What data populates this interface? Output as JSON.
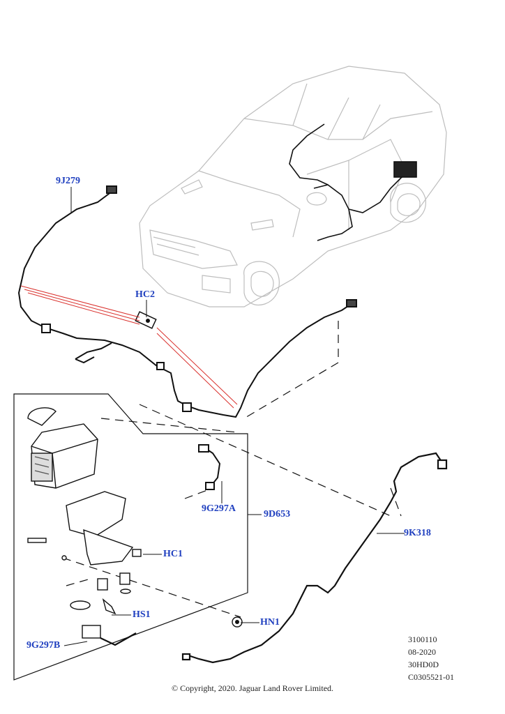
{
  "callouts": {
    "c9J279": "9J279",
    "cHC2": "HC2",
    "c9G297A": "9G297A",
    "c9D653": "9D653",
    "cHC1": "HC1",
    "c9K318": "9K318",
    "cHS1": "HS1",
    "cHN1": "HN1",
    "c9G297B": "9G297B"
  },
  "meta": {
    "line1": "3100110",
    "line2": "08-2020",
    "line3": "30HD0D",
    "line4": "C0305521-01"
  },
  "copyright": "© Copyright, 2020. Jaguar Land Rover Limited.",
  "colors": {
    "callout": "#1f3fbf",
    "leader_red": "#d9302c",
    "line": "#111111",
    "car": "#bdbdbd"
  }
}
